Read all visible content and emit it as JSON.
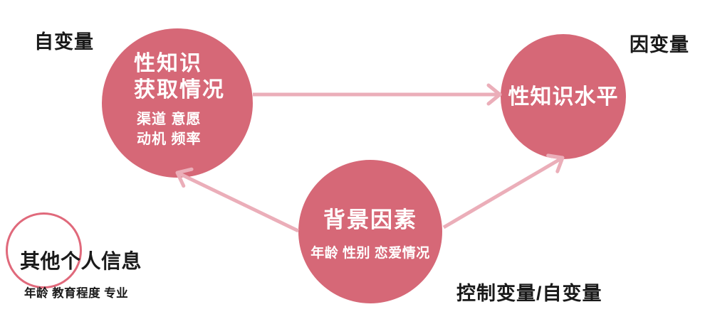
{
  "colors": {
    "node_fill": "#D66877",
    "node_text": "#FFFFFF",
    "arrow": "#EBAEB9",
    "ring_stroke": "#E0697B",
    "label_text": "#1A1A1A",
    "background": "#FFFFFF"
  },
  "labels": {
    "independent": "自变量",
    "dependent": "因变量",
    "control": "控制变量/自变量"
  },
  "nodes": {
    "acquisition": {
      "title_line1": "性知识",
      "title_line2": "获取情况",
      "detail_line1": "渠道 意愿",
      "detail_line2": "动机 频率"
    },
    "level": {
      "title": "性知识水平"
    },
    "background_factors": {
      "title": "背景因素",
      "detail": "年龄 性别 恋爱情况"
    },
    "other_info": {
      "title": "其他个人信息",
      "detail": "年龄 教育程度 专业"
    }
  },
  "arrows": [
    {
      "name": "acquisition-to-level",
      "from": "性知识获取情况",
      "to": "性知识水平"
    },
    {
      "name": "background-to-acquisition",
      "from": "背景因素",
      "to": "性知识获取情况"
    },
    {
      "name": "background-to-level",
      "from": "背景因素",
      "to": "性知识水平"
    }
  ]
}
